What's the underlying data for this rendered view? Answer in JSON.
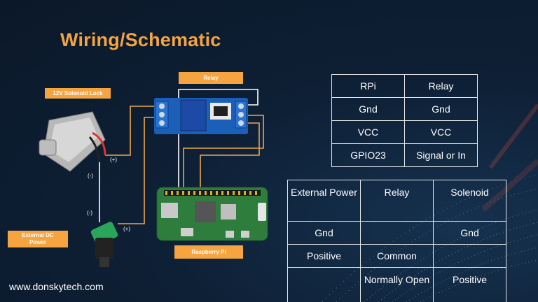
{
  "title": "Wiring/Schematic",
  "labels": {
    "relay": "Relay",
    "solenoid": "12V Solenoid Lock",
    "power_line1": "External DC",
    "power_line2": "Power",
    "pi": "Raspberry Pi"
  },
  "polarity": {
    "solenoid_plus": "(+)",
    "solenoid_minus": "(-)",
    "power_minus": "(-)",
    "power_plus": "(+)"
  },
  "table1": {
    "rows": [
      [
        "RPi",
        "Relay"
      ],
      [
        "Gnd",
        "Gnd"
      ],
      [
        "VCC",
        "VCC"
      ],
      [
        "GPIO23",
        "Signal or In"
      ]
    ]
  },
  "table2": {
    "rows": [
      [
        "External Power",
        "Relay",
        "Solenoid"
      ],
      [
        "Gnd",
        "",
        "Gnd"
      ],
      [
        "Positive",
        "Common",
        ""
      ],
      [
        "",
        "Normally Open",
        "Positive"
      ]
    ]
  },
  "url": "www.donskytech.com",
  "colors": {
    "background": "#0d1b2e",
    "accent": "#f5a440",
    "wire_orange": "#f0a54a",
    "wire_white": "#ffffff",
    "relay_blue": "#1c5fb8",
    "pi_green": "#2f7d3c"
  }
}
